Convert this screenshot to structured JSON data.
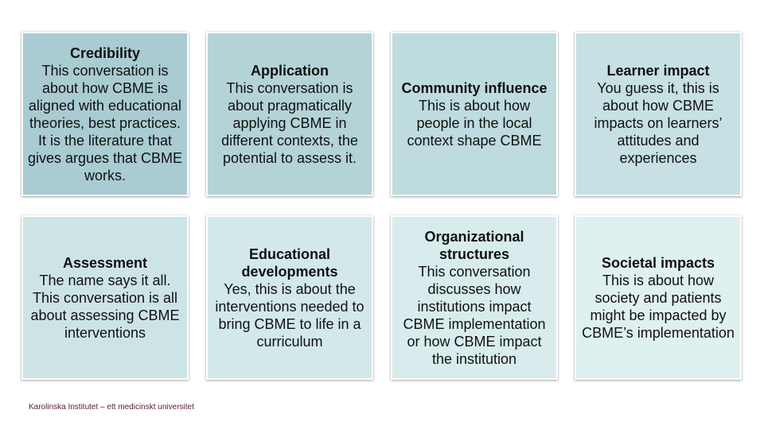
{
  "cards": [
    {
      "title": "Credibility",
      "body": "This conversation is about how CBME is aligned with educational theories, best practices. It is the literature that gives argues that CBME works.",
      "color": "#a9cbd2"
    },
    {
      "title": "Application",
      "body": "This conversation is about pragmatically applying CBME in different contexts, the potential to assess it.",
      "color": "#b4d3d7"
    },
    {
      "title": "Community influence",
      "body": "This is about how people in the local context shape CBME",
      "color": "#bedbdf"
    },
    {
      "title": "Learner impact",
      "body": "You guess it, this is about how CBME impacts on learners’ attitudes and experiences",
      "color": "#c6e0e4"
    },
    {
      "title": "Assessment",
      "body": "The name says it all. This conversation is all about assessing CBME interventions",
      "color": "#cde4e7"
    },
    {
      "title": "Educational developments",
      "body": "Yes, this is about the interventions needed to bring CBME to life in a curriculum",
      "color": "#d3e8ea"
    },
    {
      "title": "Organizational structures",
      "body": "This conversation discusses how institutions impact CBME implementation or how CBME impact the institution",
      "color": "#d9eced"
    },
    {
      "title": "Societal impacts",
      "body": "This is about how society and patients might be impacted by CBME’s implementation",
      "color": "#dff0f1"
    }
  ],
  "footer": "Karolinska Institutet – ett medicinskt universitet"
}
